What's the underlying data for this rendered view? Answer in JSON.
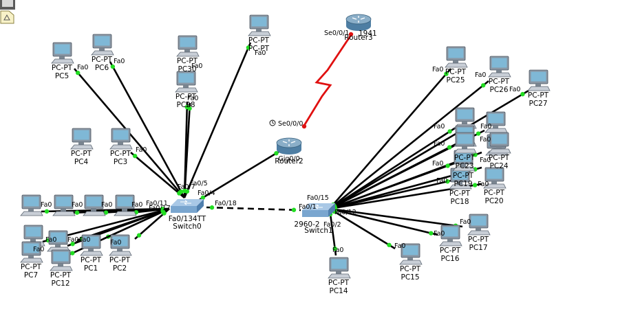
{
  "workspace": {
    "colors": {
      "copper": "#000000",
      "crossover": "#000000",
      "serial": "#e01010",
      "link_up": "#22dd22",
      "link_down": "#dd1111",
      "pc_screen": "#7fb8d6",
      "pc_body": "#c8ced6",
      "router": "#8aaec8",
      "switch": "#7aa6cf"
    },
    "devices": [
      {
        "name": "PC5",
        "type": "pc"
      },
      {
        "name": "PC6",
        "type": "pc"
      },
      {
        "name": "PC30",
        "type": "pc"
      },
      {
        "name": "PC28",
        "type": "pc"
      },
      {
        "name": "PC-PT",
        "type": "pc"
      },
      {
        "name": "PC4",
        "type": "pc"
      },
      {
        "name": "PC3",
        "type": "pc"
      },
      {
        "name": "PC7",
        "type": "pc"
      },
      {
        "name": "PC12",
        "type": "pc"
      },
      {
        "name": "PC1",
        "type": "pc"
      },
      {
        "name": "PC2",
        "type": "pc"
      },
      {
        "name": "PC14",
        "type": "pc"
      },
      {
        "name": "PC15",
        "type": "pc"
      },
      {
        "name": "PC16",
        "type": "pc"
      },
      {
        "name": "PC17",
        "type": "pc"
      },
      {
        "name": "PC18",
        "type": "pc"
      },
      {
        "name": "PC20",
        "type": "pc"
      },
      {
        "name": "PC19",
        "type": "pc"
      },
      {
        "name": "PC23",
        "type": "pc"
      },
      {
        "name": "PC24",
        "type": "pc"
      },
      {
        "name": "PC25",
        "type": "pc"
      },
      {
        "name": "PC26",
        "type": "pc"
      },
      {
        "name": "PC27",
        "type": "pc"
      },
      {
        "name": "Router2",
        "type": "router"
      },
      {
        "name": "Router3",
        "type": "router"
      },
      {
        "name": "Switch0",
        "type": "switch"
      },
      {
        "name": "Switch1",
        "type": "switch"
      }
    ],
    "labels": {
      "pcpt": "PC-PT",
      "fa0": "Fa0",
      "se000": "Se0/0/0",
      "se001": "Se0/0/1",
      "gig00": "Gig0/0",
      "r1941": "1941",
      "sw0_model": "Fa0/134TT",
      "sw1_model": "2960-2",
      "fa05": "Fa0/5",
      "fa07": "Fa0/7",
      "fa04": "Fa0/4",
      "fa011": "Fa0/11",
      "fa017": "Fa0/17",
      "fa018": "Fa0/18",
      "fa01": "Fa0/1",
      "fa015": "Fa0/15",
      "fa012": "Fa0/12",
      "fa02": "Fa0/2"
    }
  }
}
